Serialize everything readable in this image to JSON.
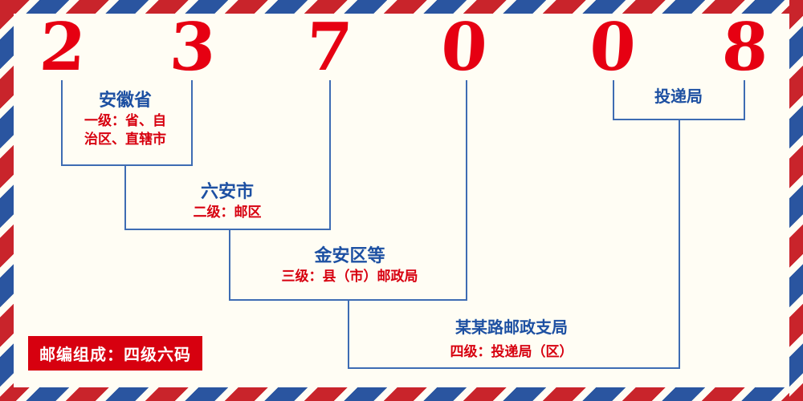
{
  "postal_code": {
    "digits": [
      "2",
      "3",
      "7",
      "0",
      "0",
      "8"
    ]
  },
  "levels": [
    {
      "name": "安徽省",
      "desc_lines": [
        "一级：省、自",
        "治区、直辖市"
      ]
    },
    {
      "name": "六安市",
      "desc": "二级：邮区"
    },
    {
      "name": "金安区等",
      "desc": "三级：县（市）邮政局"
    },
    {
      "name": "某某路邮政支局",
      "desc": "四级：投递局（区）"
    },
    {
      "name": "投递局"
    }
  ],
  "footer": {
    "composition": "邮编组成：四级六码"
  },
  "colors": {
    "digit_red": "#e60012",
    "label_blue": "#1d50a2",
    "desc_red": "#d7000f",
    "line_blue": "#3e6cb3",
    "badge_bg": "#d7000f",
    "badge_text": "#ffffff",
    "stripe_red": "#c9242b",
    "stripe_blue": "#2a55a0",
    "background": "#fffdf4"
  }
}
